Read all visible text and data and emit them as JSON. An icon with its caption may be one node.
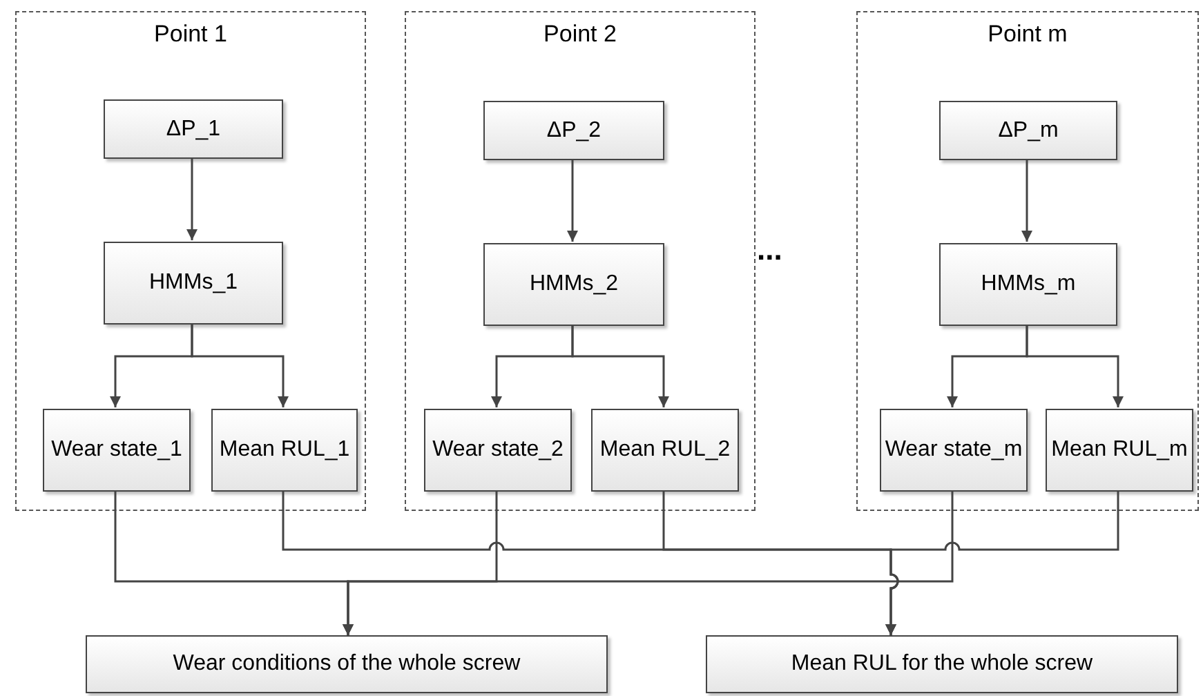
{
  "diagram": {
    "nodes": [
      {
        "text": [
          "Point 1"
        ]
      },
      {
        "text": [
          "ΔP_1"
        ],
        "in": 0
      },
      {
        "text": [
          "HMMs_1"
        ],
        "in": 0
      },
      {
        "text": [
          "Wear state_1"
        ],
        "in": 0
      },
      {
        "text": [
          "Mean RUL_1"
        ],
        "in": 0
      },
      {
        "text": [
          "Point 2"
        ]
      },
      {
        "text": [
          "ΔP_2"
        ],
        "in": 5
      },
      {
        "text": [
          "HMMs_2"
        ],
        "in": 5
      },
      {
        "text": [
          "Wear state_2"
        ],
        "in": 5
      },
      {
        "text": [
          "Mean RUL_2"
        ],
        "in": 5
      },
      {
        "text": [
          "Point m"
        ]
      },
      {
        "text": [
          "ΔP_m"
        ],
        "in": 10
      },
      {
        "text": [
          "HMMs_m"
        ],
        "in": 10
      },
      {
        "text": [
          "Wear state_m"
        ],
        "in": 10
      },
      {
        "text": [
          "Mean RUL_m"
        ],
        "in": 10
      },
      {
        "text": [
          "Wear conditions of the whole screw"
        ]
      },
      {
        "text": [
          "Mean RUL for the whole screw"
        ]
      }
    ],
    "edges": [
      {
        "from": 1,
        "to": 2,
        "arrow": "to"
      },
      {
        "from": 2,
        "to": 3,
        "arrow": "to"
      },
      {
        "from": 2,
        "to": 4,
        "arrow": "to"
      },
      {
        "from": 6,
        "to": 7,
        "arrow": "to"
      },
      {
        "from": 7,
        "to": 8,
        "arrow": "to"
      },
      {
        "from": 7,
        "to": 9,
        "arrow": "to"
      },
      {
        "from": 11,
        "to": 12,
        "arrow": "to"
      },
      {
        "from": 12,
        "to": 13,
        "arrow": "to"
      },
      {
        "from": 12,
        "to": 14,
        "arrow": "to"
      },
      {
        "from": 3,
        "to": 15,
        "arrow": "to"
      },
      {
        "from": 8,
        "to": 15,
        "arrow": "to"
      },
      {
        "from": 13,
        "to": 15,
        "arrow": "to"
      },
      {
        "from": 4,
        "to": 16,
        "arrow": "to"
      },
      {
        "from": 9,
        "to": 16,
        "arrow": "to"
      },
      {
        "from": 14,
        "to": 16,
        "arrow": "to"
      }
    ],
    "labels": [
      "..."
    ]
  }
}
